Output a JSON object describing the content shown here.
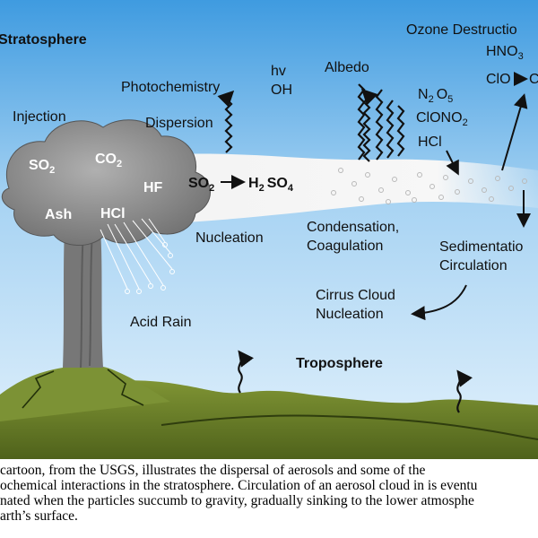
{
  "labels": {
    "stratosphere": "Stratosphere",
    "troposphere": "Troposphere",
    "injection": "Injection",
    "photochemistry": "Photochemistry",
    "dispersion": "Dispersion",
    "hv": "hv",
    "oh": "OH",
    "albedo": "Albedo",
    "ozone_destruction": "Ozone Destructio",
    "hno3_main": "HNO",
    "hno3_sub": "3",
    "clo": "ClO",
    "clo_product": "C",
    "n2o5_n": "N",
    "n2o5_n_sub": "2",
    "n2o5_o": "O",
    "n2o5_o_sub": "5",
    "clono2_main": "ClONO",
    "clono2_sub": "2",
    "hcl_right": "HCl",
    "so2_reaction_main": "SO",
    "so2_reaction_sub": "2",
    "h2so4_h": "H",
    "h2so4_h_sub": "2",
    "h2so4_so": "SO",
    "h2so4_so_sub": "4",
    "nucleation": "Nucleation",
    "condensation": "Condensation,",
    "coagulation": "Coagulation",
    "sedimentation": "Sedimentatio",
    "circulation": "Circulation",
    "cirrus_cloud": "Cirrus Cloud",
    "cirrus_nucleation": "Nucleation",
    "acid_rain": "Acid Rain"
  },
  "plume": {
    "so2_main": "SO",
    "so2_sub": "2",
    "co2_main": "CO",
    "co2_sub": "2",
    "hf": "HF",
    "ash": "Ash",
    "hcl": "HCl"
  },
  "caption_lines": [
    "cartoon, from the USGS, illustrates the dispersal of aerosols and some of the",
    "ochemical interactions in the stratosphere. Circulation of an aerosol cloud in is eventu",
    "nated when the particles succumb to gravity, gradually sinking to the lower atmosphe",
    "arth’s surface."
  ],
  "colors": {
    "sky_top": "#3f9be0",
    "sky_mid": "#a9d4f3",
    "sky_low": "#dcefff",
    "ground": "#6a7f2a",
    "ground_dark": "#4d6118",
    "plume": "#8e8e8e",
    "plume_dark": "#5f5f5f",
    "aerosol": "#f4f4f4"
  }
}
